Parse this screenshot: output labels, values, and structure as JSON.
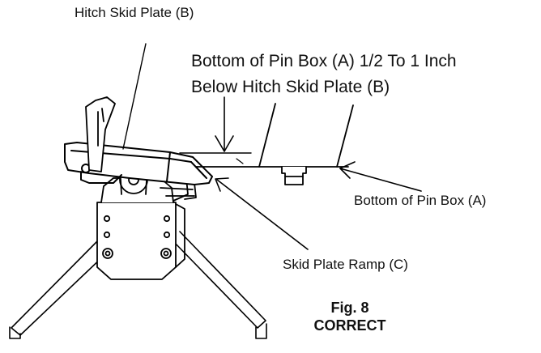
{
  "labels": {
    "hitch_skid_plate": "Hitch Skid Plate (B)",
    "pin_box_note_line1": "Bottom of Pin Box (A) 1/2 To 1 Inch",
    "pin_box_note_line2": "Below Hitch Skid Plate (B)",
    "bottom_of_pin_box": "Bottom of Pin Box (A)",
    "skid_plate_ramp": "Skid Plate Ramp (C)"
  },
  "caption": {
    "figure": "Fig. 8",
    "status": "CORRECT"
  }
}
